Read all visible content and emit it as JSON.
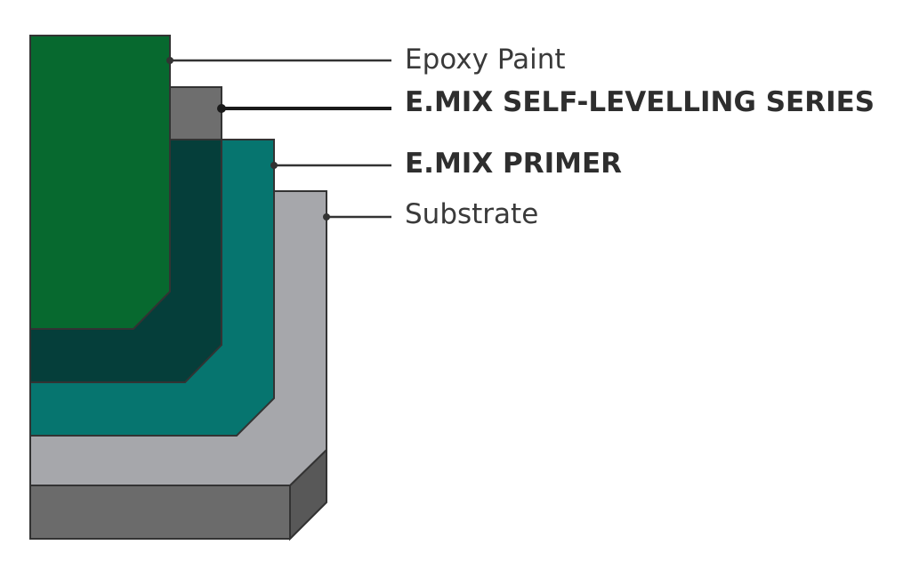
{
  "layers": [
    {
      "id": "epoxy",
      "label": "Epoxy Paint",
      "color": "#07692f",
      "emphasis": "normal"
    },
    {
      "id": "selflevel",
      "label": "E.MIX SELF-LEVELLING SERIES",
      "color": "#6e6e6e",
      "shadow_color": "#053e3a",
      "emphasis": "bold"
    },
    {
      "id": "primer",
      "label": "E.MIX PRIMER",
      "color": "#06756f",
      "emphasis": "bold"
    },
    {
      "id": "substrate",
      "label": "Substrate",
      "color": "#a6a7ab",
      "shadow_color": "#6b6b6b",
      "emphasis": "normal"
    }
  ]
}
